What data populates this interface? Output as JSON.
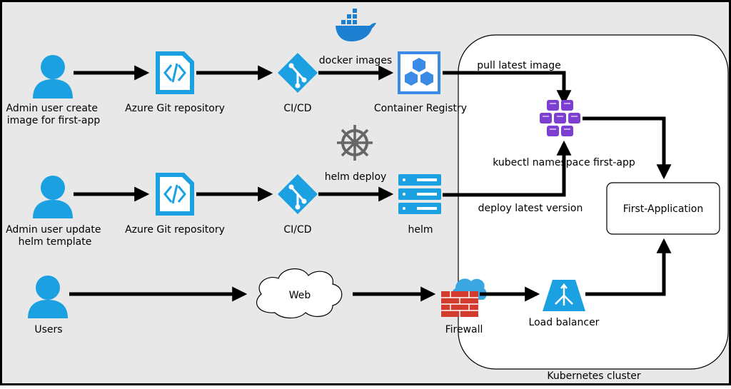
{
  "nodes": {
    "admin1": "Admin user create image for first-app",
    "admin1_lines": [
      "Admin user create",
      "image for first-app"
    ],
    "git1": "Azure Git repository",
    "cicd1": "CI/CD",
    "registry": "Container Registry",
    "admin2": "Admin user update helm template",
    "admin2_lines": [
      "Admin user update",
      "helm template"
    ],
    "git2": "Azure Git repository",
    "cicd2": "CI/CD",
    "helm": "helm",
    "users": "Users",
    "web": "Web",
    "firewall": "Firewall",
    "load_balancer": "Load balancer",
    "kubectl": "kubectl namespace first-app",
    "first_app": "First-Application",
    "cluster": "Kubernetes cluster"
  },
  "edges": {
    "docker_images": "docker images",
    "pull_latest": "pull latest image",
    "helm_deploy": "helm deploy",
    "deploy_latest": "deploy latest version"
  },
  "colors": {
    "background": "#e8e8e8",
    "frame": "#000000",
    "user_icon": "#1ba1e2",
    "git_icon": "#1ba1e2",
    "cicd_icon": "#1ba1e2",
    "registry_icon": "#3b8ae6",
    "docker_icon": "#1d7fd0",
    "helm_icon": "#1ba1e2",
    "kube_icon": "#7d3fd1",
    "firewall_red": "#d33b2f",
    "firewall_cloud": "#3ba7e0",
    "lb_icon": "#1ba1e2",
    "arrow": "#000000"
  },
  "icons": [
    "user-icon",
    "git-repo-icon",
    "cicd-icon",
    "container-registry-icon",
    "docker-whale-icon",
    "helm-wheel-icon",
    "helm-server-icon",
    "kubernetes-pods-icon",
    "cloud-icon",
    "firewall-icon",
    "load-balancer-icon"
  ]
}
